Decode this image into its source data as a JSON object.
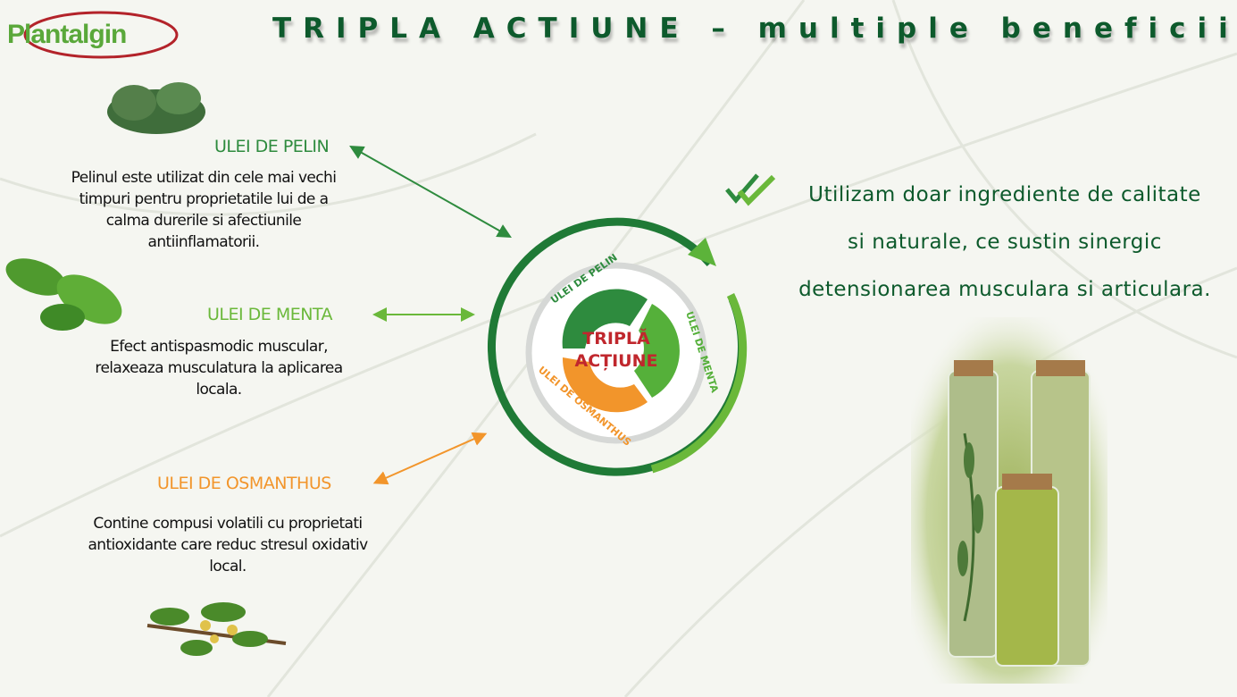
{
  "logo": {
    "text": "Plantalgin"
  },
  "title": "TRIPLA ACTIUNE – multiple beneficii!",
  "items": [
    {
      "heading": "ULEI DE PELIN",
      "color": "#2e8b3e",
      "desc": "Pelinul este utilizat din cele mai vechi timpuri pentru proprietatile lui de a calma durerile si afectiunile antiinflamatorii."
    },
    {
      "heading": "ULEI DE MENTA",
      "color": "#6ab83a",
      "desc": "Efect antispasmodic muscular, relaxeaza musculatura la aplicarea locala."
    },
    {
      "heading": "ULEI DE OSMANTHUS",
      "color": "#f2952b",
      "desc": "Contine compusi volatili cu proprietati antioxidante care reduc stresul oxidativ local."
    }
  ],
  "badge": {
    "center_line1": "TRIPLĂ",
    "center_line2": "ACȚIUNE",
    "label_pelin": "ULEI DE PELIN",
    "label_menta": "ULEI DE MENTA",
    "label_osmanthus": "ULEI DE OSMANTHUS"
  },
  "statement": {
    "line1": "Utilizam doar ingrediente de calitate",
    "line2": "si naturale, ce sustin sinergic",
    "line3": "detensionarea musculara si articulara."
  },
  "colors": {
    "dark_green": "#0d5a2c",
    "red": "#c0272d",
    "orange": "#f2952b"
  }
}
